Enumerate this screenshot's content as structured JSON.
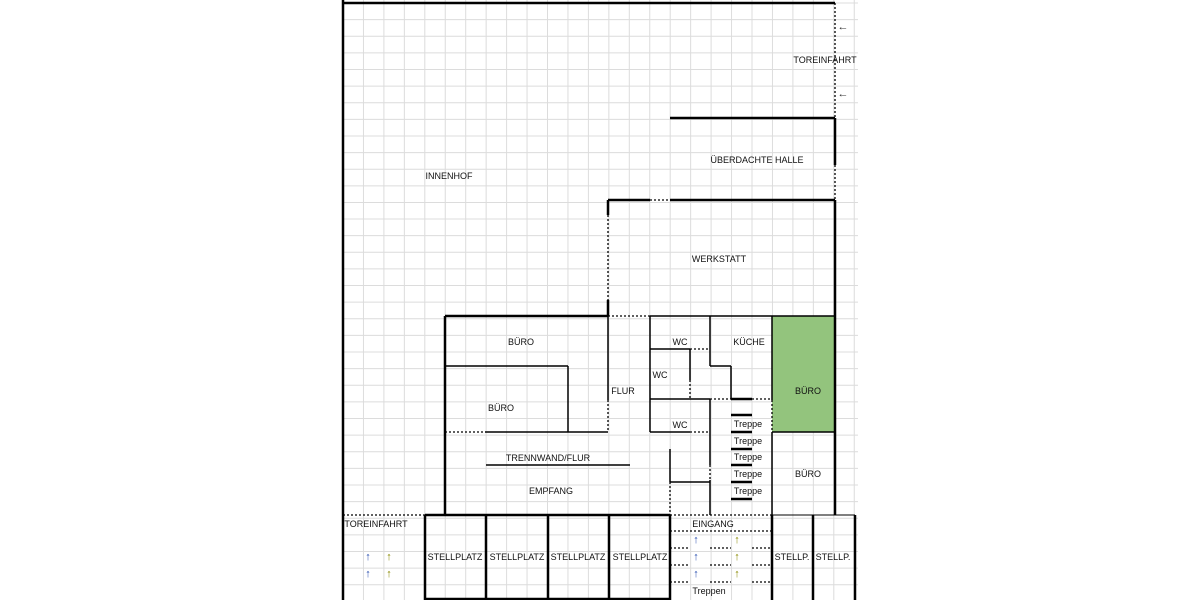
{
  "colors": {
    "grid": "#dcdcdc",
    "wall": "#000000",
    "highlight_room": "#93c47d",
    "arrow_blue": "#2a4fb0",
    "arrow_olive": "#8a8a00"
  },
  "labels": {
    "toreinfahrt_top": "TOREINFAHRT",
    "ueberdachte_halle": "ÜBERDACHTE HALLE",
    "innenhof": "INNENHOF",
    "werkstatt": "WERKSTATT",
    "buero_1": "BÜRO",
    "buero_2": "BÜRO",
    "flur": "FLUR",
    "wc_1": "WC",
    "wc_2": "WC",
    "wc_3": "WC",
    "kueche": "KÜCHE",
    "buero_green": "BÜRO",
    "buero_lower_right": "BÜRO",
    "trennwand": "TRENNWAND/FLUR",
    "empfang": "EMPFANG",
    "treppe": [
      "Treppe",
      "Treppe",
      "Treppe",
      "Treppe",
      "Treppe"
    ],
    "toreinfahrt_bottom": "TOREINFAHRT",
    "stellplatz": [
      "STELLPLATZ",
      "STELLPLATZ",
      "STELLPLATZ",
      "STELLPLATZ"
    ],
    "eingang": "EINGANG",
    "treppen": "Treppen",
    "stellp": [
      "STELLP.",
      "STELLP."
    ]
  },
  "icons": {
    "arrow_left": "←",
    "arrow_up": "↑"
  }
}
